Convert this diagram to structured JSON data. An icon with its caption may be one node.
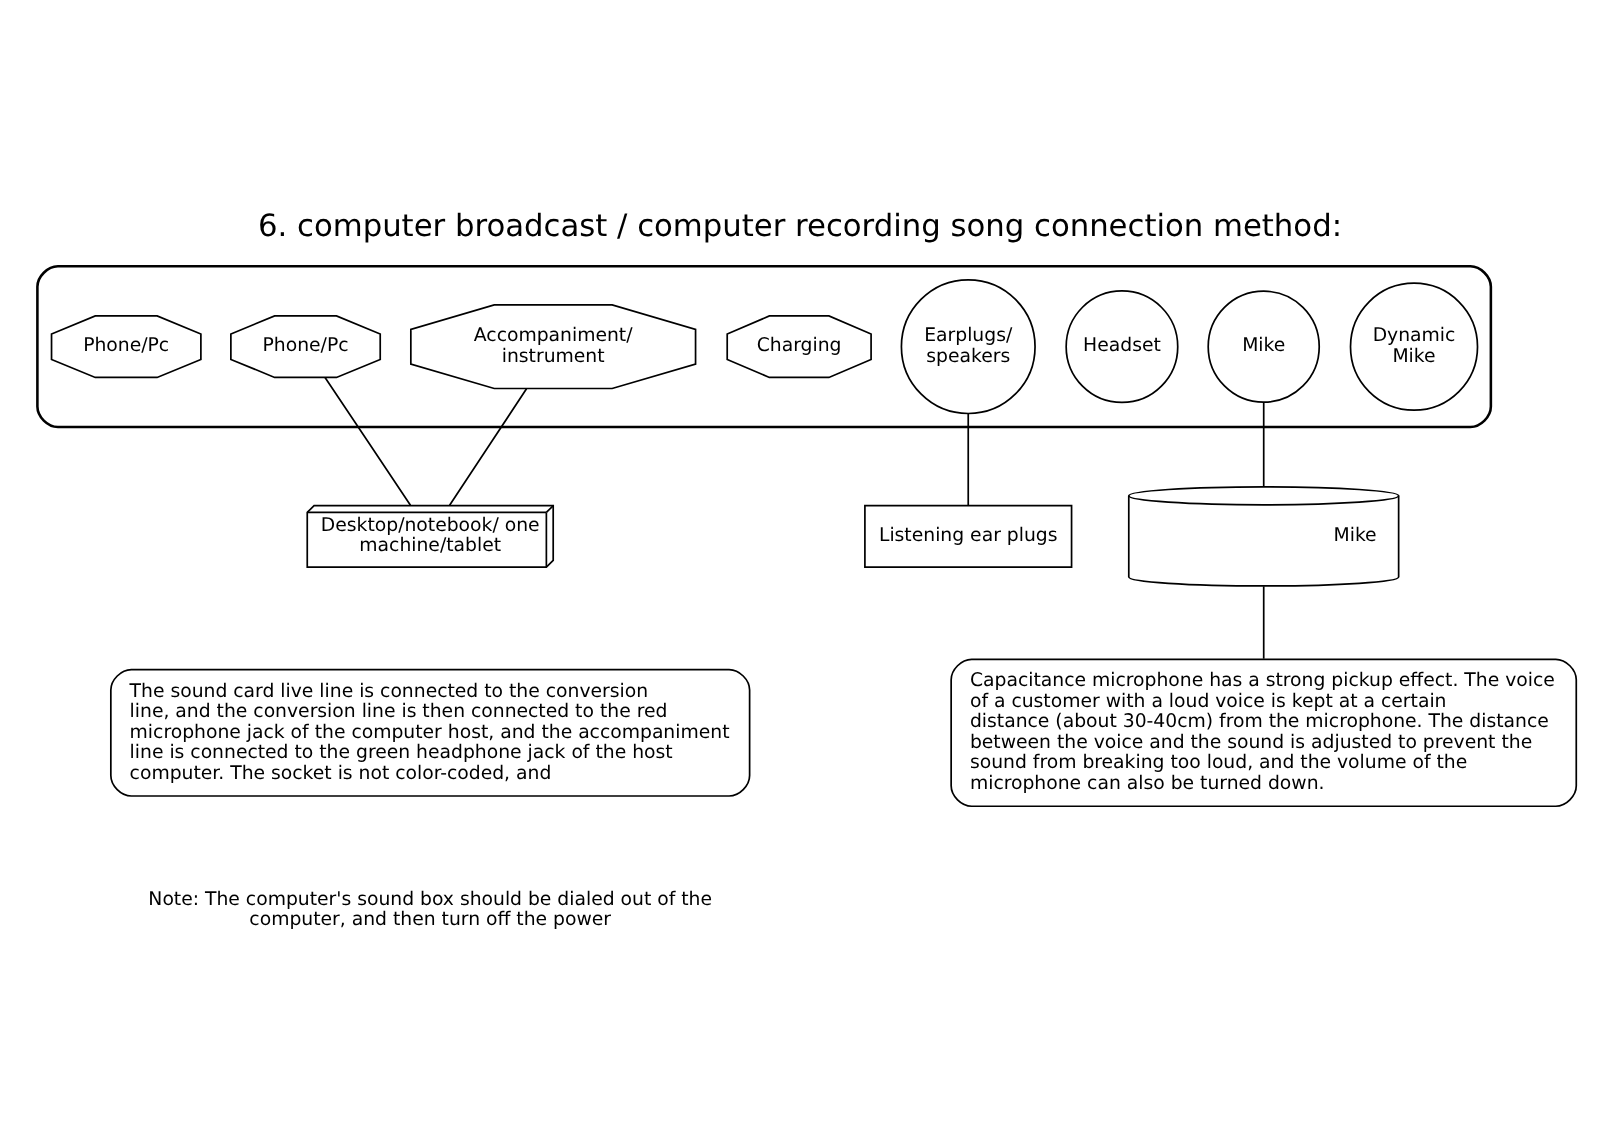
{
  "diagram": {
    "title": "6. computer broadcast / computer recording song connection method:",
    "nodes": [
      {
        "text": [],
        "shape": "box"
      },
      {
        "text": [
          "Phone/Pc"
        ],
        "in": 0
      },
      {
        "text": [
          "Phone/Pc"
        ],
        "in": 0
      },
      {
        "text": [
          "Accompaniment/ instrument"
        ],
        "in": 0
      },
      {
        "text": [
          "Charging"
        ],
        "in": 0
      },
      {
        "text": [
          "Earplugs/ speakers"
        ],
        "in": 0
      },
      {
        "text": [
          "Headset"
        ],
        "in": 0
      },
      {
        "text": [
          "Mike"
        ],
        "in": 0
      },
      {
        "text": [
          "Dynamic Mike"
        ],
        "in": 0
      },
      {
        "text": [
          "Desktop/notebook/ one machine/tablet"
        ]
      },
      {
        "text": [
          "Listening ear plugs"
        ]
      },
      {
        "text": [
          "Mike"
        ]
      },
      {
        "text": [
          "The sound card live line is connected to the conversion line, and the conversion line is then connected to the red microphone jack of the computer host, and the accompaniment line is connected to the green headphone jack of the host computer. The socket is not color-coded, and"
        ]
      },
      {
        "text": [
          "Capacitance microphone has a strong pickup effect. The voice of a customer with a loud voice is kept at a certain distance (about 30-40cm) from the microphone. The distance between the voice and the sound is adjusted to prevent the sound from breaking too loud, and the volume of the microphone can also be turned down."
        ]
      }
    ],
    "edges": [
      {
        "from": 2,
        "to": 9,
        "arrow": "none"
      },
      {
        "from": 3,
        "to": 9,
        "arrow": "none"
      },
      {
        "from": 5,
        "to": 10,
        "arrow": "none"
      },
      {
        "from": 7,
        "to": 11,
        "arrow": "none"
      },
      {
        "from": 11,
        "to": 13,
        "arrow": "none"
      }
    ],
    "labels": [
      "Note: The computer's sound box should be dialed out of the computer, and then turn off the power"
    ]
  }
}
